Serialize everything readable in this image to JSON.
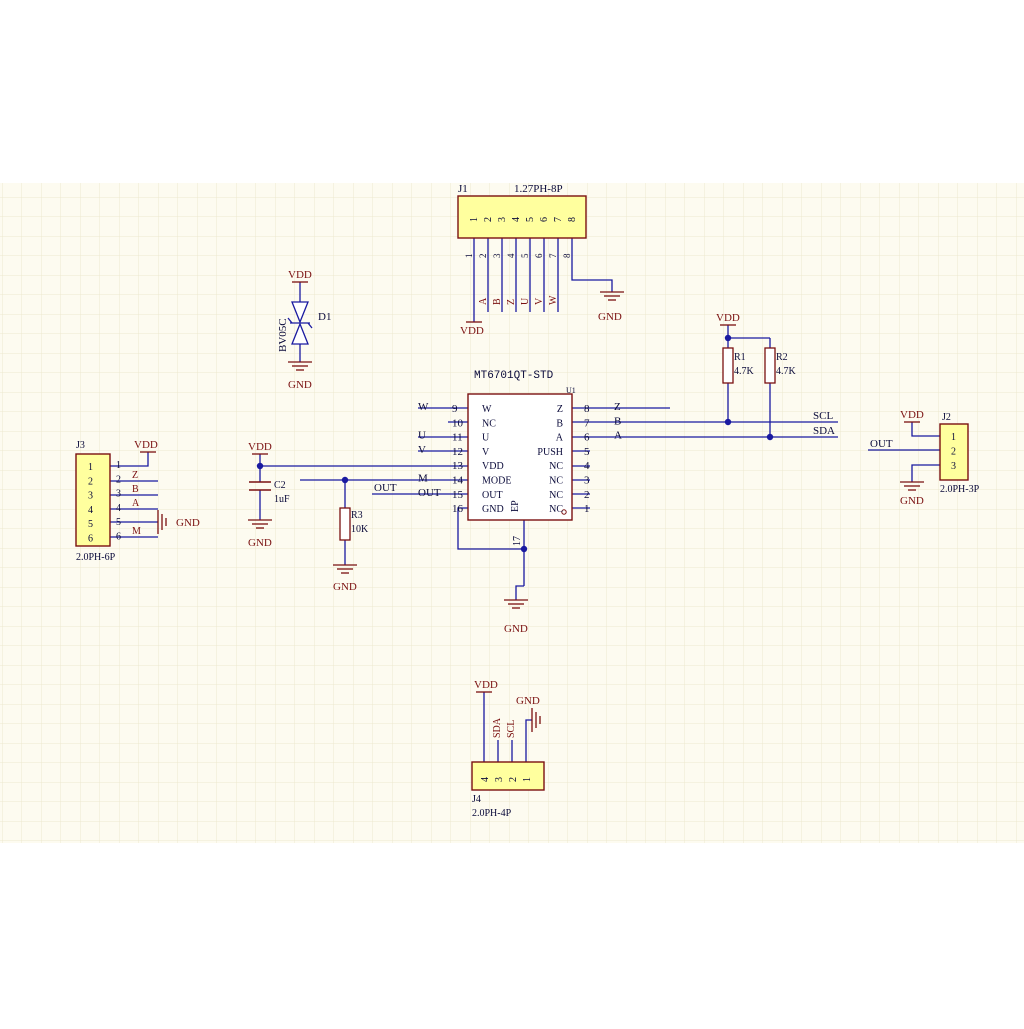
{
  "colors": {
    "sheet_bg": "#fdfbf0",
    "grid": "#ede8cf",
    "wire": "#1a1aa0",
    "part": "#7a1010",
    "ref": "#0a0a3a",
    "power": "#7a1010",
    "body_fill": "#ffff9e",
    "net_label": "#2a2a6a"
  },
  "power": {
    "vdd": "VDD",
    "gnd": "GND"
  },
  "d1": {
    "ref": "D1",
    "value": "BV05C"
  },
  "j1": {
    "ref": "J1",
    "value": "1.27PH-8P",
    "pins": [
      "1",
      "2",
      "3",
      "4",
      "5",
      "6",
      "7",
      "8"
    ],
    "nets": [
      "A",
      "B",
      "Z",
      "U",
      "V",
      "W"
    ]
  },
  "u1": {
    "ref": "U1",
    "value": "MT6701QT-STD",
    "ep": "EP",
    "left_pins": [
      {
        "num": "9",
        "name": "W",
        "net": "W"
      },
      {
        "num": "10",
        "name": "NC",
        "net": ""
      },
      {
        "num": "11",
        "name": "U",
        "net": "U"
      },
      {
        "num": "12",
        "name": "V",
        "net": "V"
      },
      {
        "num": "13",
        "name": "VDD",
        "net": ""
      },
      {
        "num": "14",
        "name": "MODE",
        "net": "M"
      },
      {
        "num": "15",
        "name": "OUT",
        "net": "OUT"
      },
      {
        "num": "16",
        "name": "GND",
        "net": ""
      }
    ],
    "right_pins": [
      {
        "num": "8",
        "name": "Z",
        "net": "Z"
      },
      {
        "num": "7",
        "name": "B",
        "net": "B"
      },
      {
        "num": "6",
        "name": "A",
        "net": "A"
      },
      {
        "num": "5",
        "name": "PUSH",
        "net": ""
      },
      {
        "num": "4",
        "name": "NC",
        "net": ""
      },
      {
        "num": "3",
        "name": "NC",
        "net": ""
      },
      {
        "num": "2",
        "name": "NC",
        "net": ""
      },
      {
        "num": "1",
        "name": "NC",
        "net": ""
      }
    ],
    "bottom_pin": "17"
  },
  "r1": {
    "ref": "R1",
    "value": "4.7K"
  },
  "r2": {
    "ref": "R2",
    "value": "4.7K"
  },
  "r3": {
    "ref": "R3",
    "value": "10K"
  },
  "c2": {
    "ref": "C2",
    "value": "1uF"
  },
  "bus_labels": {
    "scl": "SCL",
    "sda": "SDA",
    "out": "OUT"
  },
  "j2": {
    "ref": "J2",
    "value": "2.0PH-3P",
    "pins": [
      "1",
      "2",
      "3"
    ]
  },
  "j3": {
    "ref": "J3",
    "value": "2.0PH-6P",
    "pins": [
      "1",
      "2",
      "3",
      "4",
      "5",
      "6"
    ],
    "nets": [
      "Z",
      "B",
      "A",
      "M"
    ]
  },
  "j4": {
    "ref": "J4",
    "value": "2.0PH-4P",
    "pins": [
      "4",
      "3",
      "2",
      "1"
    ],
    "nets": [
      "SDA",
      "SCL"
    ]
  }
}
